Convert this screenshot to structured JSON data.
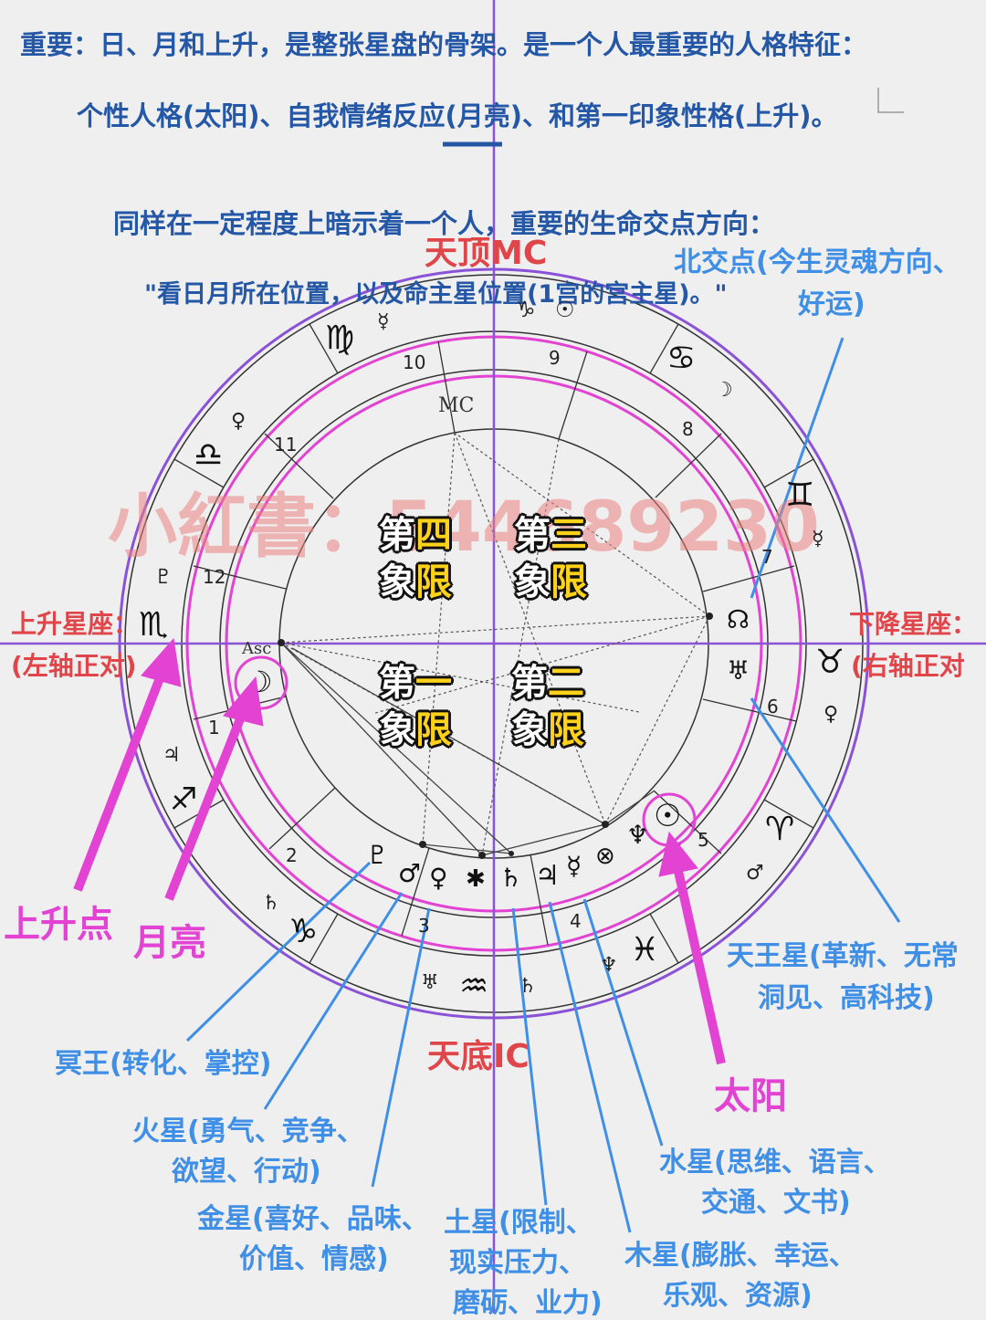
{
  "header": {
    "line1": "重要：日、月和上升，是整张星盘的骨架。是一个人最重要的人格特征：",
    "line2": "个性人格(太阳)、自我情绪反应(月亮)、和第一印象性格(上升)。",
    "line3": "同样在一定程度上暗示着一个人，重要的生命交点方向：",
    "line4": "\"看日月所在位置，以及命主星位置(1宫的宫主星)。\""
  },
  "axes": {
    "mc": "天顶MC",
    "ic": "天底IC",
    "asc_title": "上升星座：",
    "asc_sub": "(左轴正对)",
    "desc_title": "下降星座：",
    "desc_sub": "(右轴正对"
  },
  "watermark": "小紅書：544689230",
  "quadrants": [
    {
      "a": "第",
      "b": "四",
      "c": "象",
      "d": "限"
    },
    {
      "a": "第",
      "b": "三",
      "c": "象",
      "d": "限"
    },
    {
      "a": "第",
      "b": "一",
      "c": "象",
      "d": "限"
    },
    {
      "a": "第",
      "b": "二",
      "c": "象",
      "d": "限"
    }
  ],
  "chart": {
    "mc": "MC",
    "asc": "Asc"
  },
  "houses": [
    "1",
    "2",
    "3",
    "4",
    "5",
    "6",
    "7",
    "8",
    "9",
    "10",
    "11",
    "12"
  ],
  "signs": {
    "virgo": "♍",
    "cancer": "♋",
    "libra": "♎",
    "gemini": "♊",
    "scorpio": "♏",
    "taurus": "♉",
    "sagittarius": "♐",
    "aries": "♈",
    "capricorn": "♑",
    "pisces": "♓",
    "aquarius": "♒"
  },
  "planets": {
    "sun": "☉",
    "moon": "☽",
    "mercury": "☿",
    "venus": "♀",
    "mars": "♂",
    "jupiter": "♃",
    "saturn": "♄",
    "uranus": "♅",
    "neptune": "♆",
    "pluto": "♇",
    "node": "☊",
    "fortune": "⊗"
  },
  "labels": {
    "asc_point": "上升点",
    "moon": "月亮",
    "sun": "太阳",
    "node_l1": "北交点(今生灵魂方向、",
    "node_l2": "好运)",
    "uranus_l1": "天王星(革新、无常",
    "uranus_l2": "洞见、高科技)",
    "pluto": "冥王(转化、掌控)",
    "mars_l1": "火星(勇气、竞争、",
    "mars_l2": "欲望、行动)",
    "venus_l1": "金星(喜好、品味、",
    "venus_l2": "价值、情感)",
    "saturn_l1": "土星(限制、",
    "saturn_l2": "现实压力、",
    "saturn_l3": "磨砺、业力)",
    "mercury_l1": "水星(思维、语言、",
    "mercury_l2": "交通、文书)",
    "jupiter_l1": "木星(膨胀、幸运、",
    "jupiter_l2": "乐观、资源)"
  },
  "colors": {
    "blue_text": "#2457a6",
    "red": "#e0454a",
    "pink": "#e243d3",
    "light_blue": "#3f8fe6",
    "purple_ring": "#8a52d6",
    "pink_ring": "#e243d3"
  }
}
